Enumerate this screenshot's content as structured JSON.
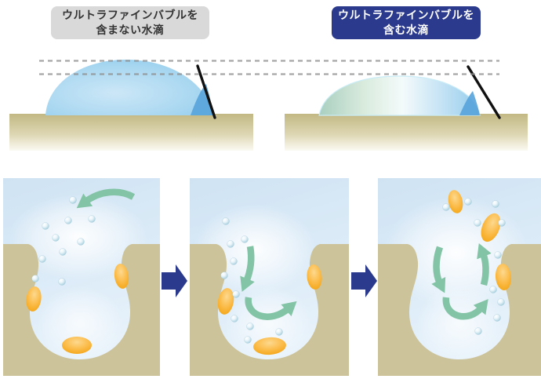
{
  "top_labels": {
    "without": {
      "line1": "ウルトラファインバブルを",
      "line2": "含まない水滴"
    },
    "with": {
      "line1": "ウルトラファインバブルを",
      "line2": "含む水滴"
    }
  },
  "colors": {
    "label_without_bg": "#d9d9da",
    "label_without_text": "#333333",
    "label_with_bg": "#2b3a8c",
    "label_with_text": "#ffffff",
    "droplet_blue": "#a5d4ef",
    "droplet_contact_dark": "#57a3da",
    "surface_tan": "#c2b884",
    "panel_soil": "#cdc39a",
    "panel_water": "#d3e6f5",
    "bubble_blue": "#cde6f2",
    "flow_arrow_green": "#82c4a5",
    "dirt_orange": "#f5a818",
    "step_arrow_navy": "#2b3a8c",
    "reference_line_gray": "#8f8f8f",
    "contact_angle_line": "#111111"
  },
  "icons": {
    "step_arrow": "right-block-arrow",
    "flow_arrow": "curved-green-arrow",
    "microbubble": "small-sphere",
    "dirt_particle": "orange-oval-blob"
  }
}
